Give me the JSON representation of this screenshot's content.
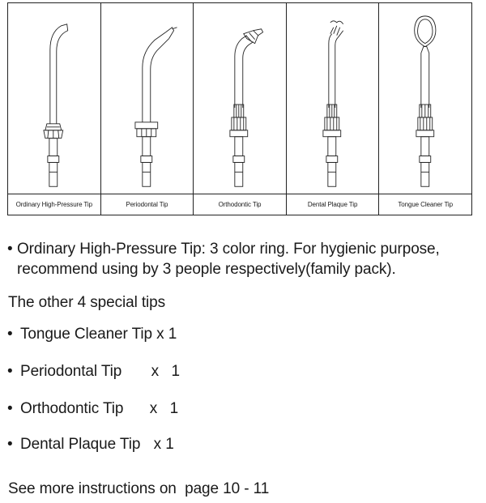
{
  "tips_table": {
    "captions": [
      "Ordinary High-Pressure Tip",
      "Periodontal Tip",
      "Orthodontic Tip",
      "Dental Plaque Tip",
      "Tongue Cleaner Tip"
    ]
  },
  "intro_bullet": {
    "line1": "Ordinary High-Pressure Tip: 3 color ring. For hygienic purpose,",
    "line2": "recommend using by 3 people respectively(family pack)."
  },
  "special_heading": "The other 4 special tips",
  "special_tips": [
    {
      "name": "Tongue Cleaner Tip",
      "qty": "x 1"
    },
    {
      "name": "Periodontal Tip",
      "qty": "x   1"
    },
    {
      "name": "Orthodontic Tip",
      "qty": "x   1"
    },
    {
      "name": "Dental Plaque Tip",
      "qty": "x 1"
    }
  ],
  "bullet_symbol": "•",
  "footer": "See more instructions on  page 10 - 11"
}
